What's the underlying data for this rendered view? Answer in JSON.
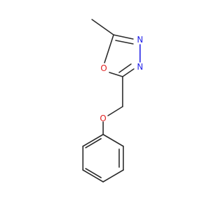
{
  "molecule": {
    "atoms": {
      "ring_oxygen": {
        "symbol": "O",
        "color": "#e02020"
      },
      "nitrogen_top": {
        "symbol": "N",
        "color": "#2323e8"
      },
      "nitrogen_bottom": {
        "symbol": "N",
        "color": "#2323e8"
      },
      "ether_oxygen": {
        "symbol": "O",
        "color": "#e02020"
      }
    },
    "colors": {
      "carbon_bond": "#2b2b2b",
      "nitrogen": "#2323e8",
      "oxygen": "#e02020",
      "background": "#ffffff"
    }
  }
}
